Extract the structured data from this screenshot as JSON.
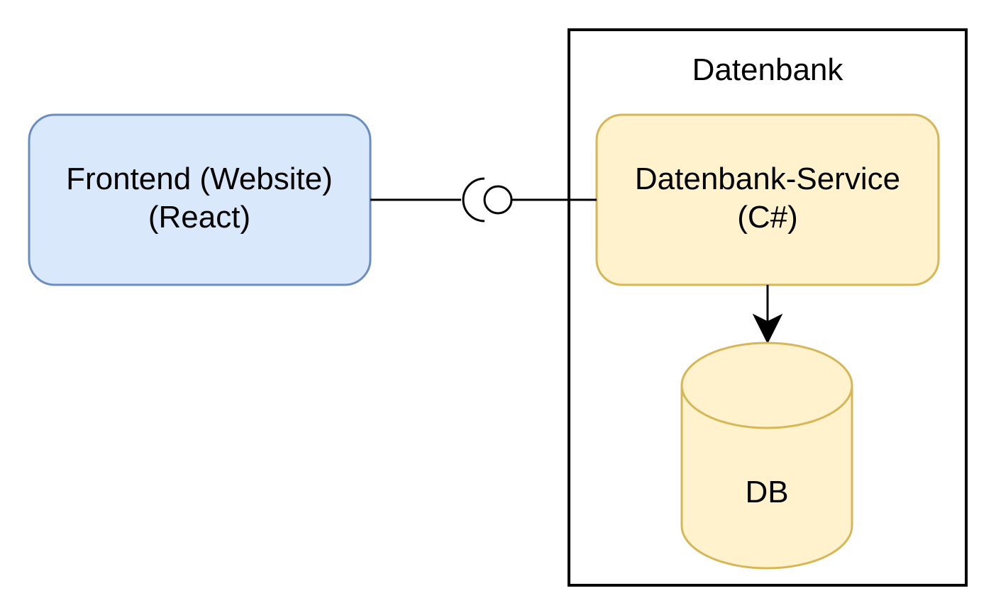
{
  "diagram": {
    "group": {
      "title": "Datenbank"
    },
    "frontend": {
      "line1": "Frontend (Website)",
      "line2": "(React)"
    },
    "service": {
      "line1": "Datenbank-Service",
      "line2": "(C#)"
    },
    "database": {
      "label": "DB"
    },
    "colors": {
      "frontend_fill": "#dae8fc",
      "frontend_stroke": "#6c8ebf",
      "service_fill": "#fff2cc",
      "service_stroke": "#d6b656",
      "line": "#000000"
    }
  }
}
